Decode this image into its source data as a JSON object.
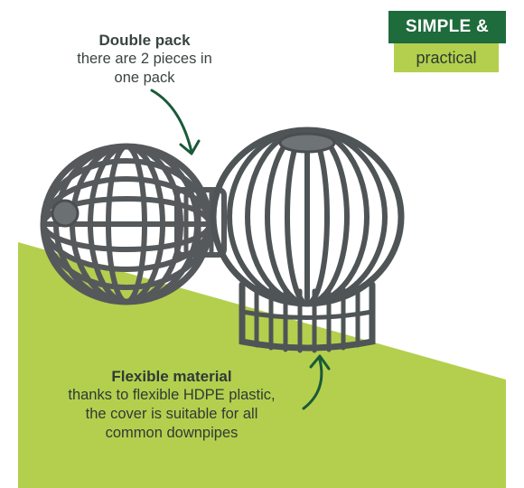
{
  "badge": {
    "line1": "SIMPLE &",
    "line2": "practical"
  },
  "callout_top": {
    "heading": "Double pack",
    "line1": "there are 2 pieces in",
    "line2": "one pack"
  },
  "callout_bottom": {
    "heading": "Flexible material",
    "line1": "thanks to flexible HDPE plastic,",
    "line2": "the cover is suitable for all",
    "line3": "common downpipes"
  },
  "colors": {
    "lime": "#b4cf4e",
    "dark_green": "#1e6b3c",
    "product_gray": "#5a5f60",
    "arrow": "#1a5a38"
  },
  "icons": [
    "curved-arrow-icon",
    "curved-arrow-icon"
  ]
}
